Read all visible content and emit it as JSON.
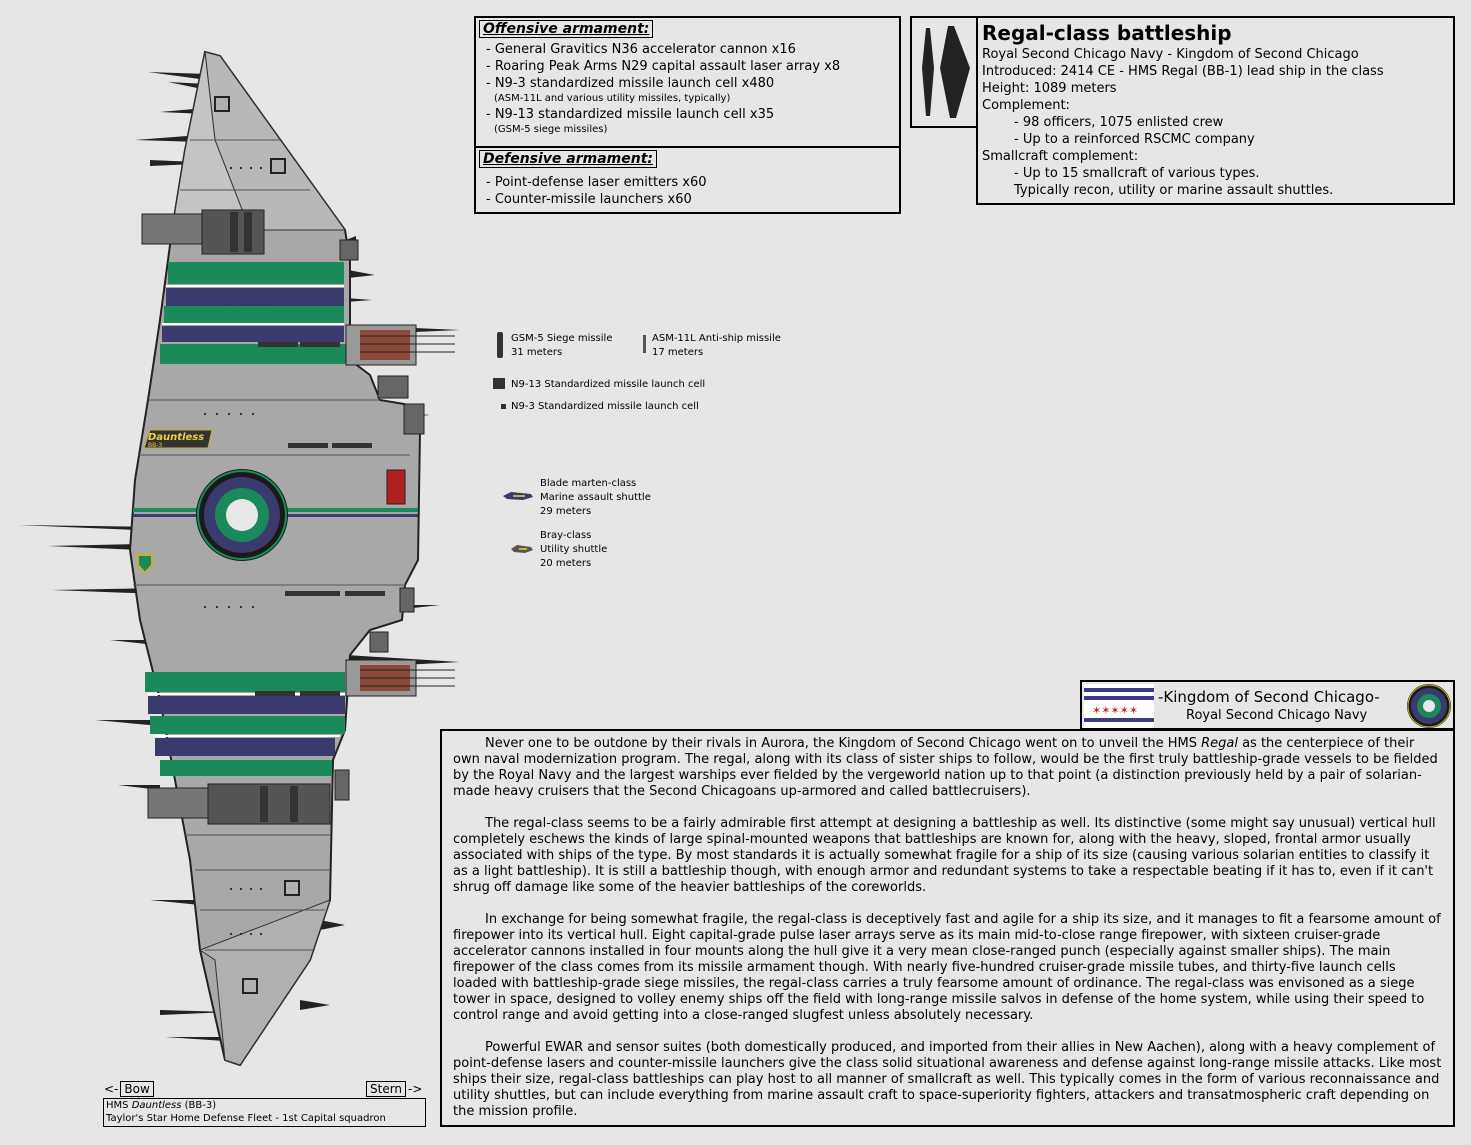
{
  "offensive": {
    "header": "Offensive armament:",
    "items": [
      "- General Gravitics N36 accelerator cannon x16",
      "- Roaring Peak Arms N29 capital assault laser array x8",
      "-  N9-3 standardized missile launch cell x480",
      "(ASM-11L and various utility missiles, typically)",
      "-  N9-13 standardized missile launch cell x35",
      "(GSM-5 siege missiles)"
    ]
  },
  "defensive": {
    "header": "Defensive armament:",
    "items": [
      "- Point-defense laser emitters x60",
      "- Counter-missile launchers x60"
    ]
  },
  "info": {
    "title": "Regal-class battleship",
    "lines": [
      "Royal Second Chicago Navy - Kingdom of Second Chicago",
      "Introduced: 2414 CE - HMS Regal (BB-1) lead ship in the class",
      "Height: 1089 meters",
      "Complement:",
      "- 98 officers, 1075 enlisted crew",
      "- Up to a reinforced RSCMC company",
      "Smallcraft complement:",
      "- Up to 15 smallcraft of various types.",
      "Typically recon, utility or marine assault shuttles."
    ]
  },
  "legend": {
    "gsm5_name": "GSM-5 Siege missile",
    "gsm5_size": "31 meters",
    "asm11_name": "ASM-11L Anti-ship missile",
    "asm11_size": "17 meters",
    "n913": "N9-13 Standardized missile launch cell",
    "n93": "N9-3 Standardized missile launch cell",
    "blade_1": "Blade marten-class",
    "blade_2": "Marine assault shuttle",
    "blade_3": "29 meters",
    "bray_1": "Bray-class",
    "bray_2": "Utility shuttle",
    "bray_3": "20 meters"
  },
  "ship": {
    "name": "Dauntless",
    "hull": "BB-3"
  },
  "nav": {
    "bow": "Bow",
    "stern": "Stern"
  },
  "caption": {
    "prefix": "HMS ",
    "name": "Dauntless",
    "suffix": " (BB-3)",
    "line2": "Taylor's Star Home Defense Fleet - 1st Capital squadron"
  },
  "kingdom": {
    "title": "-Kingdom of Second Chicago-",
    "subtitle": "Royal Second Chicago Navy"
  },
  "description": {
    "p1_a": "Never one to be outdone by their rivals in Aurora, the Kingdom of Second Chicago went on to unveil the HMS ",
    "p1_italic": "Regal",
    "p1_b": " as the centerpiece of their own naval modernization program. The regal, along with its class of sister ships to follow, would be the first truly battleship-grade vessels to be fielded by the Royal Navy and the largest warships ever fielded by the vergeworld nation up to that point (a distinction previously held by a pair of solarian-made heavy cruisers that the Second Chicagoans up-armored and called battlecruisers).",
    "p2": "The regal-class seems to be a fairly admirable first attempt at designing a battleship as well. Its distinctive (some might say unusual) vertical hull completely eschews the kinds of large spinal-mounted weapons that battleships are known for, along with the heavy, sloped, frontal armor usually associated with ships of the type. By most standards it is actually somewhat fragile for a ship of its size (causing various solarian entities to classify it as a light battleship). It is still a battleship though, with enough armor and redundant systems to take a respectable beating if it has to, even if it can't shrug off damage like some of the heavier battleships of the coreworlds.",
    "p3": "In exchange for being somewhat fragile, the regal-class is deceptively fast and agile for a ship its size, and it manages to fit a fearsome amount of firepower into its vertical hull. Eight capital-grade pulse laser arrays serve as its main mid-to-close range firepower, with sixteen cruiser-grade accelerator cannons installed in four mounts along the hull give it a very mean close-ranged punch (especially against smaller ships). The main firepower of the class comes from its missile armament though. With nearly five-hundred cruiser-grade missile tubes, and thirty-five launch cells loaded with battleship-grade siege missiles, the regal-class carries a truly fearsome amount of ordinance. The regal-class was envisoned as a siege tower in space, designed to volley enemy ships off the field with long-range missile salvos in defense of the home system, while using their speed to control range and avoid getting into a close-ranged slugfest unless absolutely necessary.",
    "p4": "Powerful EWAR and sensor suites (both domestically produced, and imported from their allies in New Aachen), along with a heavy complement of point-defense lasers and counter-missile launchers give the class solid situational awareness and defense against long-range missile attacks. Like most ships their size, regal-class battleships can play host to all manner of smallcraft as well. This typically comes in the form of various reconnaissance and utility shuttles, but can include everything from marine assault craft to space-superiority fighters, attackers and transatmospheric craft depending on the mission profile."
  },
  "colors": {
    "hull": "#a9a9a9",
    "green": "#1a8a5a",
    "purple": "#3a3a6e",
    "background": "#e6e6e6"
  }
}
